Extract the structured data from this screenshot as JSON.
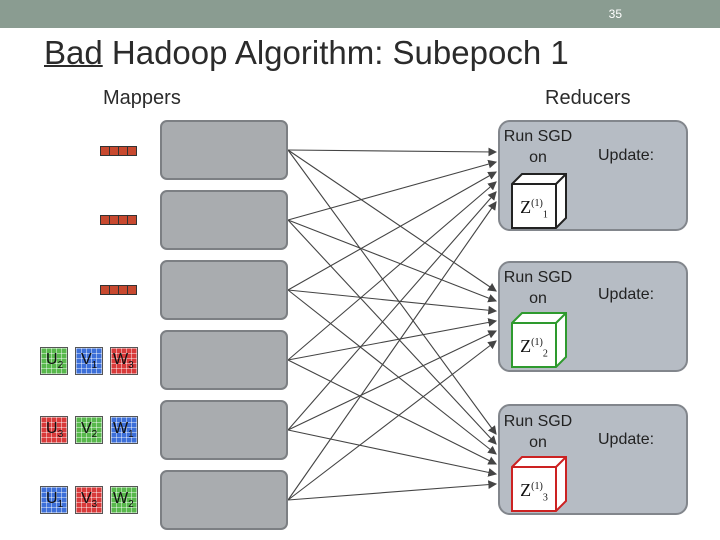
{
  "slide": {
    "number": "35",
    "title_underlined": "Bad",
    "title_rest": " Hadoop Algorithm: Subepoch 1"
  },
  "columns": {
    "mappers_label": "Mappers",
    "reducers_label": "Reducers"
  },
  "reducers": [
    {
      "run_label": "Run SGD on",
      "update_label": "Update:",
      "z_letter": "Z",
      "z_index": "1",
      "z_superscript": "(1)",
      "cube_color": "#222222"
    },
    {
      "run_label": "Run SGD on",
      "update_label": "Update:",
      "z_letter": "Z",
      "z_index": "2",
      "z_superscript": "(1)",
      "cube_color": "#2e9a2e"
    },
    {
      "run_label": "Run SGD on",
      "update_label": "Update:",
      "z_letter": "Z",
      "z_index": "3",
      "z_superscript": "(1)",
      "cube_color": "#cc2222"
    }
  ],
  "block_rows": [
    [
      {
        "letter": "U",
        "index": "2",
        "color": "green"
      },
      {
        "letter": "V",
        "index": "1",
        "color": "blue"
      },
      {
        "letter": "W",
        "index": "3",
        "color": "red"
      }
    ],
    [
      {
        "letter": "U",
        "index": "3",
        "color": "red"
      },
      {
        "letter": "V",
        "index": "2",
        "color": "green"
      },
      {
        "letter": "W",
        "index": "1",
        "color": "blue"
      }
    ],
    [
      {
        "letter": "U",
        "index": "1",
        "color": "blue"
      },
      {
        "letter": "V",
        "index": "3",
        "color": "red"
      },
      {
        "letter": "W",
        "index": "2",
        "color": "green"
      }
    ]
  ],
  "colors": {
    "header_bar": "#8a9c91",
    "mapper_fill": "#a9acaf",
    "reducer_fill": "#b6bcc4",
    "edge_color": "#444444",
    "strip_fill": "#c8492f"
  }
}
